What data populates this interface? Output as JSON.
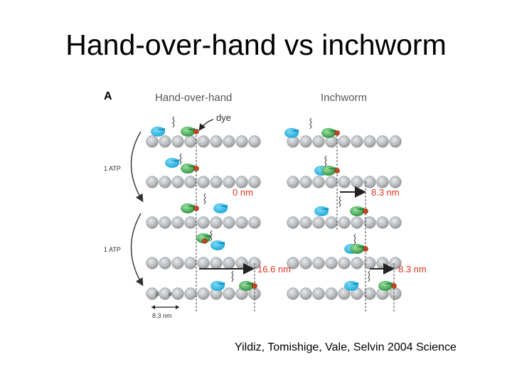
{
  "slide": {
    "title": "Hand-over-hand vs inchworm",
    "citation": "Yildiz, Tomishige, Vale, Selvin 2004 Science"
  },
  "figure": {
    "panel_label": "A",
    "left_title": "Hand-over-hand",
    "right_title": "Inchworm",
    "dye_label": "dye",
    "atp_label": "1 ATP",
    "hoh_step1": "0 nm",
    "hoh_step2": "16.6 nm",
    "inch_step1": "8.3 nm",
    "inch_step2": "8.3 nm",
    "beta_label": "β",
    "alpha_label": "α",
    "scale_label": "8.3 nm",
    "colors": {
      "tubulin": "#b9bcbf",
      "tubulin_dark": "#8e9195",
      "head_blue": "#1aa6d9",
      "head_green": "#3aa34a",
      "dye_red": "#c8441e",
      "arrow_red": "#e2331f",
      "text_gray": "#555555"
    }
  }
}
